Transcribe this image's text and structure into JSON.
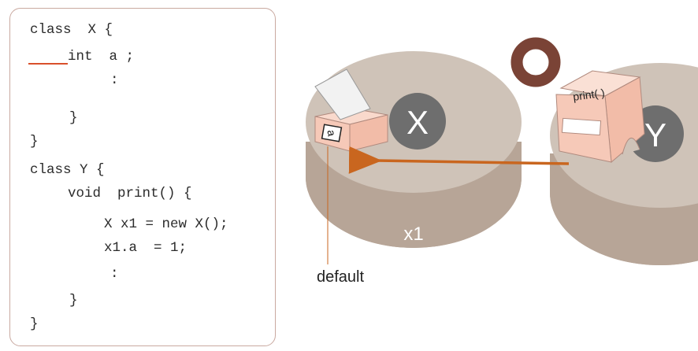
{
  "code": {
    "lines": [
      "class  X {",
      "int  a ;",
      ":",
      "}",
      "}",
      "class Y {",
      "void  print() {",
      "X x1 = new X();",
      "x1.a  = 1;",
      ":",
      "}",
      "}"
    ]
  },
  "diagram": {
    "object_x_label": "X",
    "object_y_label": "Y",
    "instance_label": "x1",
    "field_label": "a",
    "method_label": "print( )",
    "default_label": "default",
    "result_symbol": "circle"
  },
  "colors": {
    "disc_top": "#cfc3b8",
    "disc_side": "#b7a597",
    "box_fill": "#f6c9b8",
    "arrow": "#c9661f",
    "ring": "#7a4336",
    "class_badge": "#6e6e6e"
  }
}
